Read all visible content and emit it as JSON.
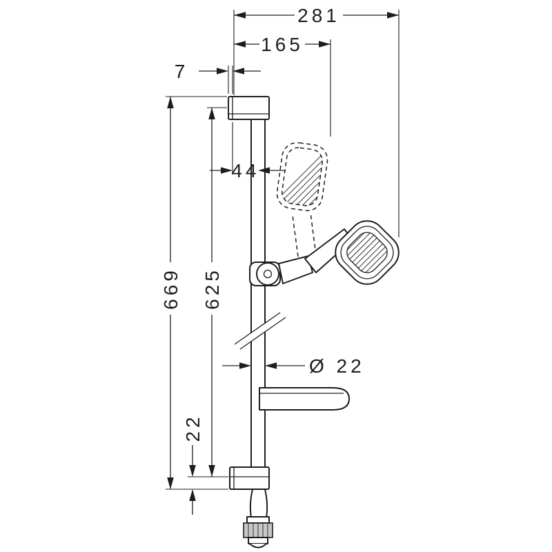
{
  "style": {
    "background": "#ffffff",
    "line_color": "#1d1d1b",
    "nut_fill": "#c8c8c8"
  },
  "drawing": {
    "description": "Technical dimension drawing of a shower slide-bar set with hand shower, soap dish and hose",
    "labels": {
      "width_overall": "281",
      "width_handshower": "165",
      "wall_offset": "7",
      "bar_center_offset": "44",
      "height_overall": "669",
      "bracket_distance": "625",
      "bar_end_offset": "22",
      "bar_diameter": "Ø 22"
    }
  }
}
